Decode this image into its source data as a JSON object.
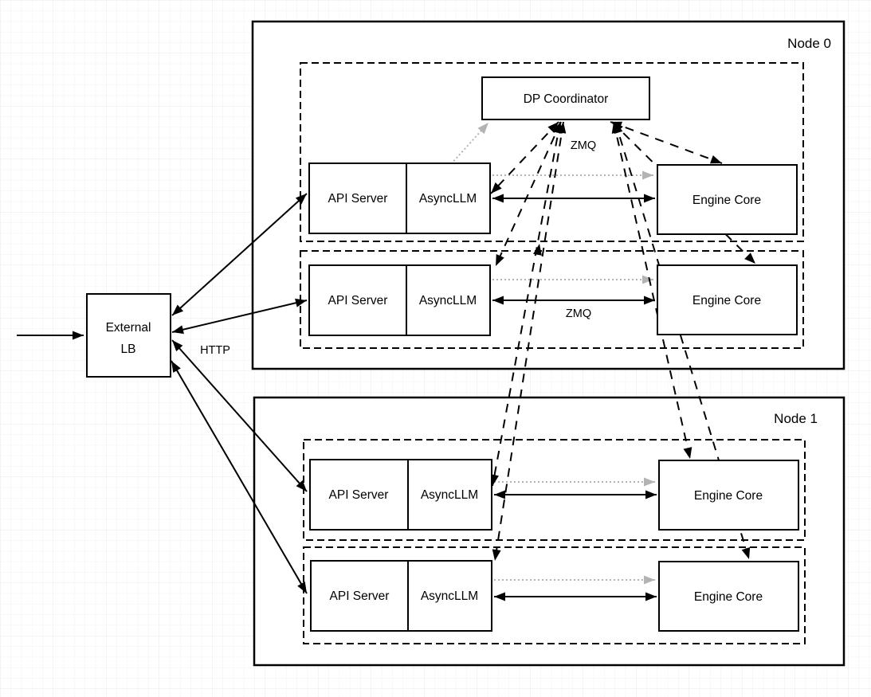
{
  "lb": {
    "line1": "External",
    "line2": "LB"
  },
  "nodes": {
    "node0": "Node 0",
    "node1": "Node 1"
  },
  "boxes": {
    "dp_coordinator": "DP Coordinator",
    "api_server": "API Server",
    "async_llm": "AsyncLLM",
    "engine_core": "Engine Core"
  },
  "labels": {
    "http": "HTTP",
    "zmq": "ZMQ"
  },
  "colors": {
    "stroke": "#000000",
    "gray_arrow": "#b3b3b3",
    "box_fill": "#ffffff",
    "grid_minor": "#f0f2f4",
    "grid_major": "#e4e8ec"
  }
}
